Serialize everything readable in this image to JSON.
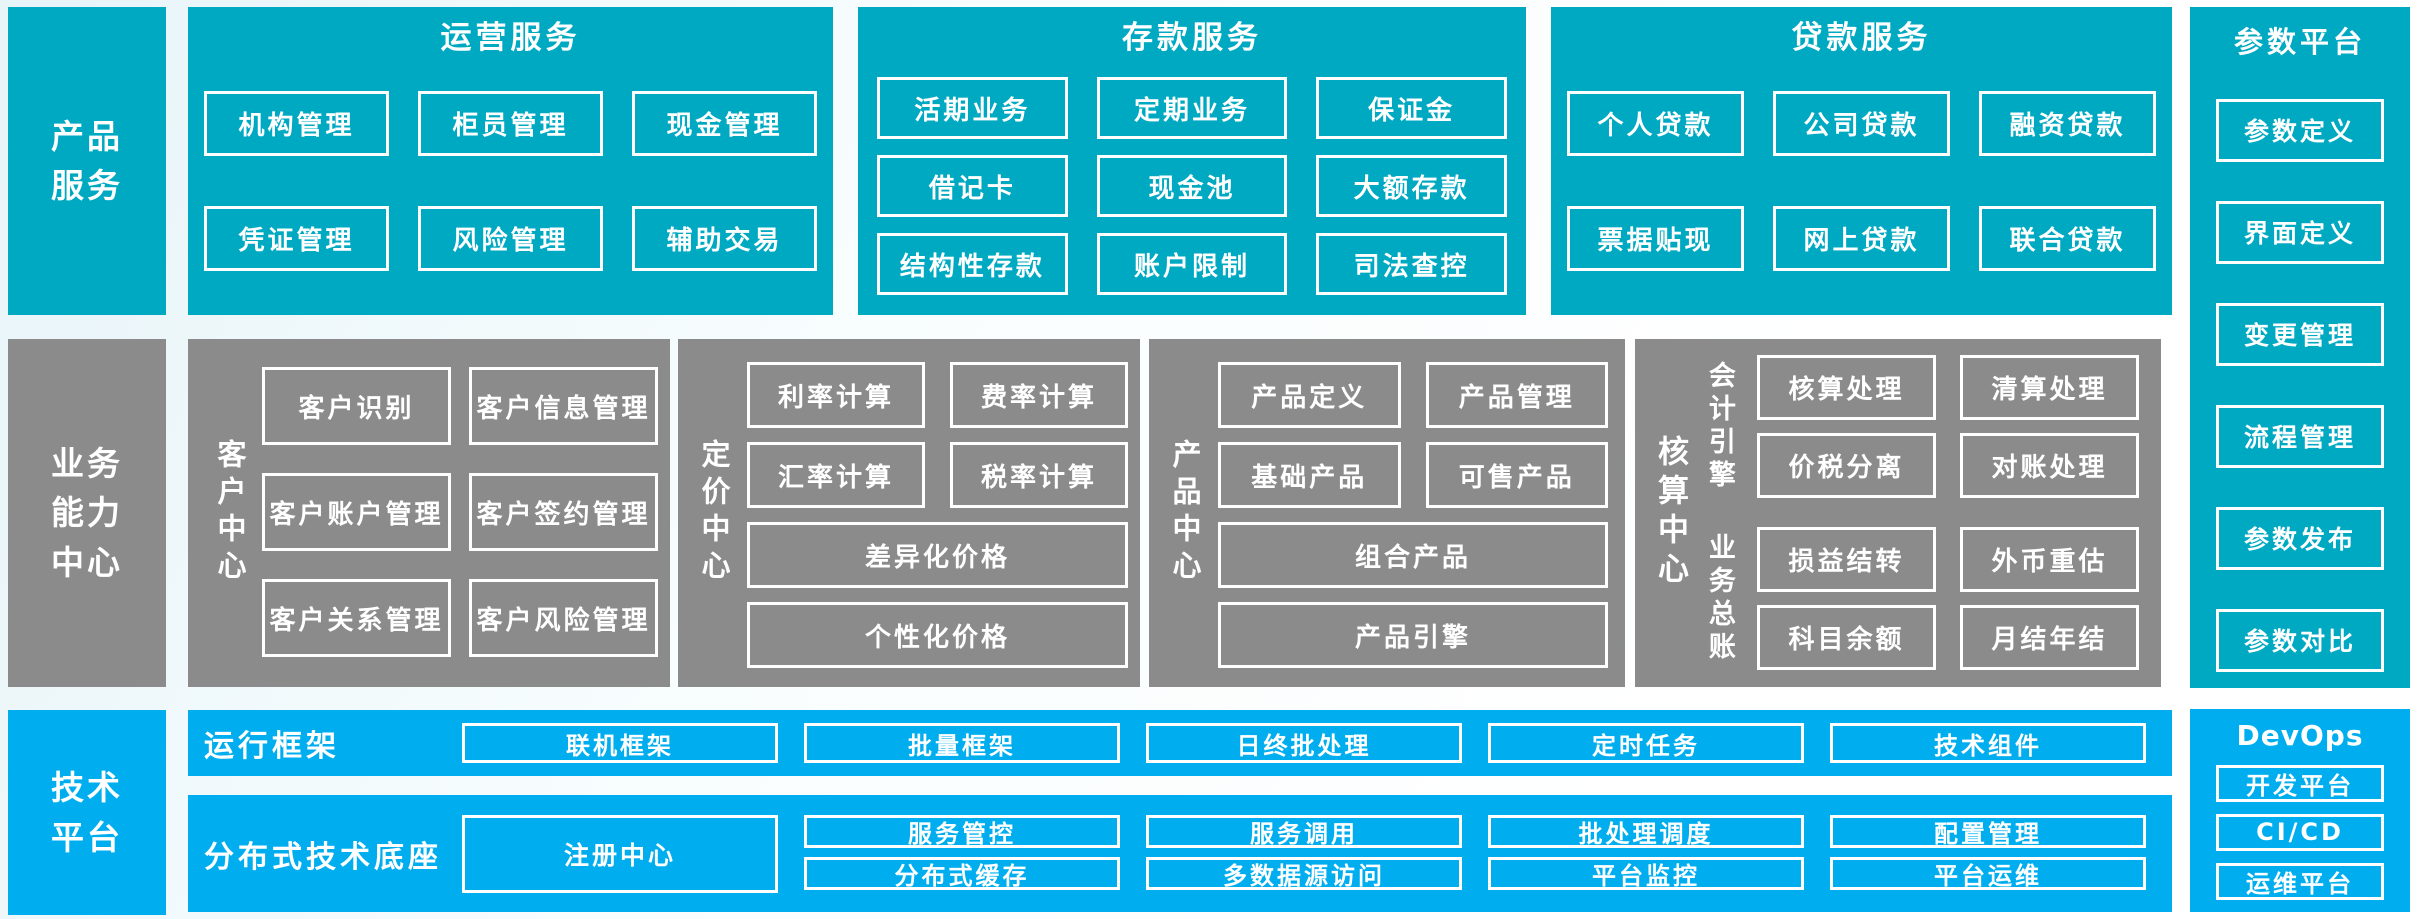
{
  "colors": {
    "teal": "#00a9c2",
    "azure": "#00aeef",
    "gray": "#8b8b8b",
    "box_border": "#ffffff"
  },
  "left_rail": {
    "product": "产品\n服务",
    "business": "业务\n能力\n中心",
    "tech": "技术\n平台"
  },
  "top": {
    "operations": {
      "title": "运营服务",
      "items": [
        "机构管理",
        "柜员管理",
        "现金管理",
        "凭证管理",
        "风险管理",
        "辅助交易"
      ]
    },
    "deposit": {
      "title": "存款服务",
      "items": [
        "活期业务",
        "定期业务",
        "保证金",
        "借记卡",
        "现金池",
        "大额存款",
        "结构性存款",
        "账户限制",
        "司法查控"
      ]
    },
    "loan": {
      "title": "贷款服务",
      "items": [
        "个人贷款",
        "公司贷款",
        "融资贷款",
        "票据贴现",
        "网上贷款",
        "联合贷款"
      ]
    }
  },
  "middle": {
    "customer": {
      "label": "客户中心",
      "items": [
        "客户识别",
        "客户信息管理",
        "客户账户管理",
        "客户签约管理",
        "客户关系管理",
        "客户风险管理"
      ]
    },
    "pricing": {
      "label": "定价中心",
      "items": [
        "利率计算",
        "费率计算",
        "汇率计算",
        "税率计算"
      ],
      "wide": [
        "差异化价格",
        "个性化价格"
      ]
    },
    "product": {
      "label": "产品中心",
      "items": [
        "产品定义",
        "产品管理",
        "基础产品",
        "可售产品"
      ],
      "wide": [
        "组合产品",
        "产品引擎"
      ]
    },
    "accounting": {
      "label": "核算中心",
      "engine": {
        "label": "会计引擎",
        "items": [
          "核算处理",
          "清算处理",
          "价税分离",
          "对账处理"
        ]
      },
      "ledger": {
        "label": "业务总账",
        "items": [
          "损益结转",
          "外币重估",
          "科目余额",
          "月结年结"
        ]
      }
    }
  },
  "bottom": {
    "runtime": {
      "label": "运行框架",
      "items": [
        "联机框架",
        "批量框架",
        "日终批处理",
        "定时任务",
        "技术组件"
      ]
    },
    "base": {
      "label": "分布式技术底座",
      "registry": "注册中心",
      "stacks": [
        [
          "服务管控",
          "分布式缓存"
        ],
        [
          "服务调用",
          "多数据源访问"
        ],
        [
          "批处理调度",
          "平台监控"
        ],
        [
          "配置管理",
          "平台运维"
        ]
      ]
    }
  },
  "right_rail": {
    "params": {
      "title": "参数平台",
      "items": [
        "参数定义",
        "界面定义",
        "变更管理",
        "流程管理",
        "参数发布",
        "参数对比"
      ]
    },
    "devops": {
      "title": "DevOps",
      "items": [
        "开发平台",
        "CI/CD",
        "运维平台"
      ]
    }
  }
}
